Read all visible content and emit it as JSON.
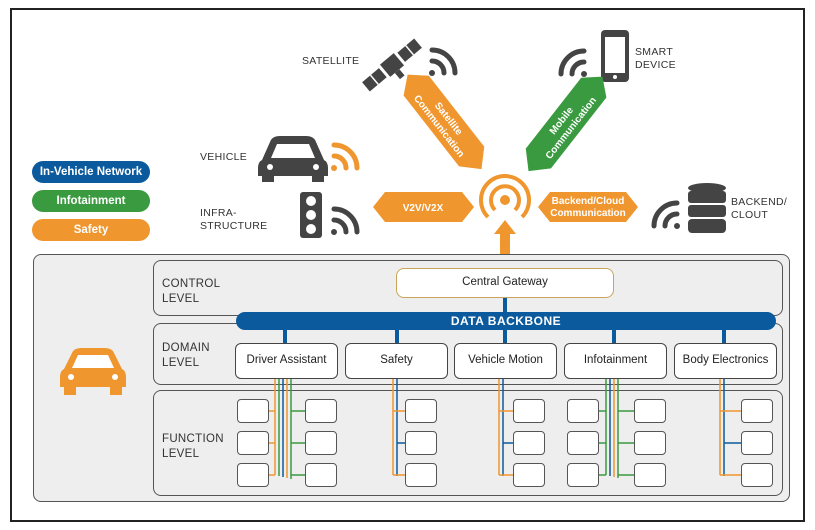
{
  "legend": {
    "in_vehicle_network": "In-Vehicle Network",
    "infotainment": "Infotainment",
    "safety": "Safety"
  },
  "external": {
    "satellite": "SATELLITE",
    "smart_device_line1": "SMART",
    "smart_device_line2": "DEVICE",
    "vehicle": "VEHICLE",
    "infra_line1": "INFRA-",
    "infra_line2": "STRUCTURE",
    "backend_line1": "BACKEND/",
    "backend_line2": "CLOUT"
  },
  "links": {
    "satellite_comm_line1": "Satellite",
    "satellite_comm_line2": "Communication",
    "mobile_comm_line1": "Mobile",
    "mobile_comm_line2": "Communication",
    "v2v": "V2V/V2X",
    "backend_comm_line1": "Backend/Cloud",
    "backend_comm_line2": "Communication"
  },
  "levels": {
    "control_line1": "CONTROL",
    "control_line2": "LEVEL",
    "domain_line1": "DOMAIN",
    "domain_line2": "LEVEL",
    "function_line1": "FUNCTION",
    "function_line2": "LEVEL"
  },
  "gateway": "Central Gateway",
  "backbone": "DATA BACKBONE",
  "domains": [
    "Driver Assistant",
    "Safety",
    "Vehicle Motion",
    "Infotainment",
    "Body Electronics"
  ],
  "colors": {
    "blue": "#0b5a9e",
    "green": "#3a9a3f",
    "orange": "#f0962e",
    "dark_icon": "#444444"
  }
}
